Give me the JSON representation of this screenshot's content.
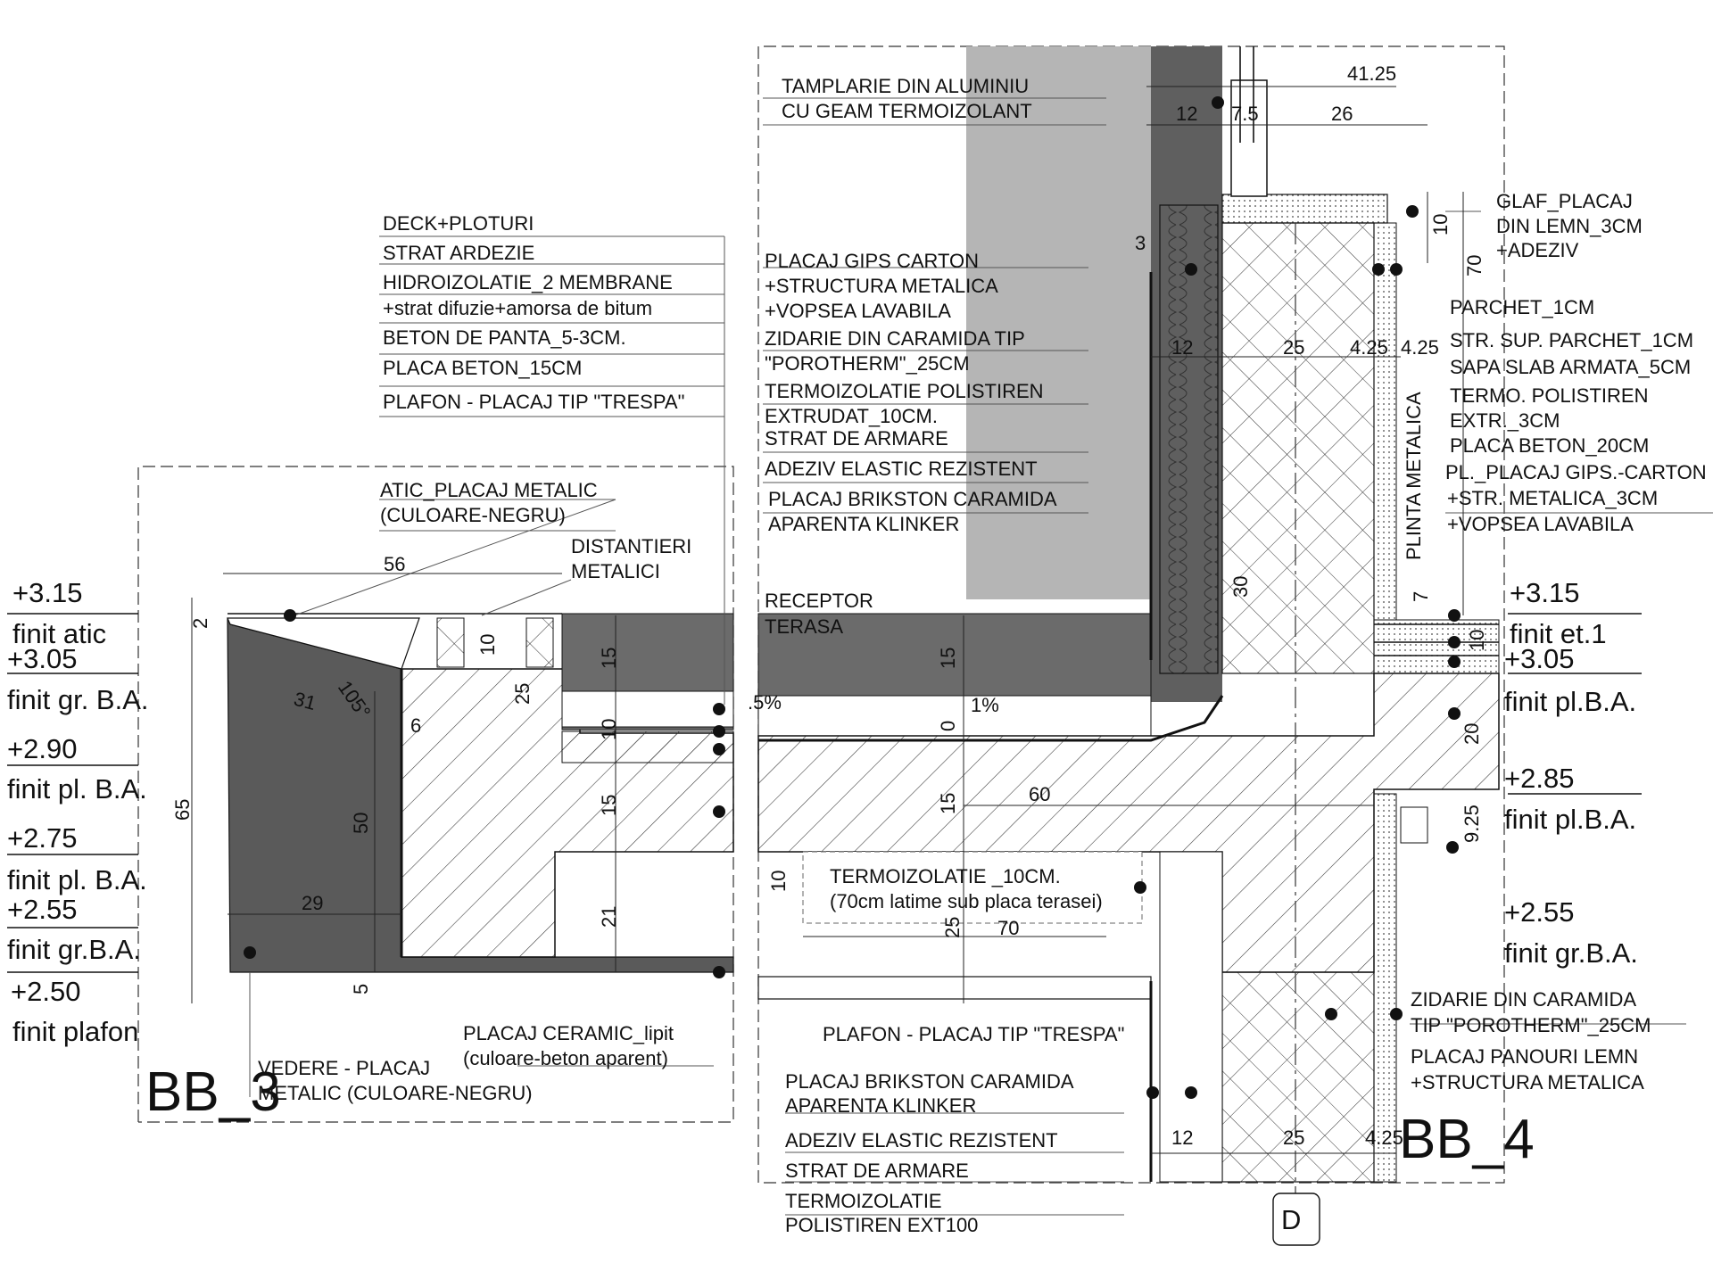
{
  "left_top_labels": [
    "DECK+PLOTURI",
    "STRAT ARDEZIE",
    "HIDROIZOLATIE_2 MEMBRANE",
    "+strat difuzie+amorsa de bitum",
    "BETON DE PANTA_5-3CM.",
    "PLACA BETON_15CM",
    "PLAFON - PLACAJ TIP \"TRESPA\""
  ],
  "window_labels": [
    "TAMPLARIE DIN ALUMINIU",
    "CU GEAM TERMOIZOLANT"
  ],
  "wall_labels": [
    "PLACAJ GIPS CARTON",
    "+STRUCTURA METALICA",
    "+VOPSEA LAVABILA",
    "ZIDARIE DIN CARAMIDA TIP",
    "\"POROTHERM\"_25CM",
    "TERMOIZOLATIE POLISTIREN",
    "EXTRUDAT_10CM.",
    "STRAT DE ARMARE",
    "ADEZIV ELASTIC REZISTENT",
    "PLACAJ BRIKSTON CARAMIDA",
    "APARENTA KLINKER"
  ],
  "glaf_labels": [
    "GLAF_PLACAJ",
    "DIN LEMN_3CM",
    "+ADEZIV"
  ],
  "floor_labels": [
    "PARCHET_1CM",
    "STR. SUP. PARCHET_1CM",
    "SAPA SLAB ARMATA_5CM",
    "TERMO. POLISTIREN",
    "EXTR._3CM",
    "PLACA BETON_20CM",
    "PL._PLACAJ GIPS.-CARTON",
    "+STR. METALICA_3CM",
    "+VOPSEA LAVABILA"
  ],
  "plinta_label": "PLINTA METALICA",
  "atic_labels": [
    "ATIC_PLACAJ METALIC",
    "(CULOARE-NEGRU)"
  ],
  "distantieri_labels": [
    "DISTANTIERI",
    "METALICI"
  ],
  "receptor_labels": [
    "RECEPTOR",
    "TERASA"
  ],
  "termo_labels": [
    "TERMOIZOLATIE _10CM.",
    "(70cm latime sub placa terasei)"
  ],
  "plafon_label": "PLAFON - PLACAJ TIP \"TRESPA\"",
  "ceramic_labels": [
    "PLACAJ CERAMIC_lipit",
    "(culoare-beton aparent)"
  ],
  "vedere_labels": [
    "VEDERE - PLACAJ",
    "METALIC (CULOARE-NEGRU)"
  ],
  "bottom_labels": [
    "PLACAJ BRIKSTON CARAMIDA",
    "APARENTA KLINKER",
    "ADEZIV ELASTIC REZISTENT",
    "STRAT DE ARMARE",
    "TERMOIZOLATIE",
    "POLISTIREN EXT100"
  ],
  "zidarie_labels": [
    "ZIDARIE DIN CARAMIDA",
    "TIP \"POROTHERM\"_25CM",
    "PLACAJ PANOURI LEMN",
    "+STRUCTURA METALICA"
  ],
  "left_levels": [
    {
      "value": "+3.15",
      "name": "finit atic"
    },
    {
      "value": "+3.05",
      "name": "finit gr. B.A."
    },
    {
      "value": "+2.90",
      "name": "finit pl. B.A."
    },
    {
      "value": "+2.75",
      "name": "finit pl. B.A."
    },
    {
      "value": "+2.55",
      "name": "finit gr.B.A."
    },
    {
      "value": "+2.50",
      "name": "finit plafon"
    }
  ],
  "right_levels": [
    {
      "value": "+3.15",
      "name": "finit et.1"
    },
    {
      "value": "+3.05",
      "name": "finit pl.B.A."
    },
    {
      "value": "+2.85",
      "name": "finit pl.B.A."
    },
    {
      "value": "+2.55",
      "name": "finit gr.B.A."
    }
  ],
  "dims": {
    "d41_25": "41.25",
    "d12_top": "12",
    "d7_5": "7.5",
    "d26": "26",
    "d3": "3",
    "d10_glaf": "10",
    "d70": "70",
    "d12_mid": "12",
    "d25_mid": "25",
    "d4_25a": "4.25",
    "d4_25b": "4.25",
    "d30": "30",
    "d7": "7",
    "d10_floor": "10",
    "d20": "20",
    "d9_25": "9.25",
    "d56": "56",
    "d2": "2",
    "d10_atic": "10",
    "d31": "31",
    "d105": "105°",
    "d6": "6",
    "d25_atic": "25",
    "d15_a": "15",
    "d10_a": "10",
    "d15_b": "15",
    "d21": "21",
    "d50": "50",
    "d65": "65",
    "d29": "29",
    "d5": "5",
    "d15_c": "15",
    "d0": "0",
    "d15_d": "15",
    "d60": "60",
    "d10_b": "10",
    "d25_c": "25",
    "d70_b": "70",
    "d12_bot": "12",
    "d25_bot": "25",
    "d4_25c": "4.25",
    "slope_a": ".5%",
    "slope_b": "1%"
  },
  "tags": {
    "bb3": "BB_3",
    "bb4": "BB_4",
    "axis": "D"
  }
}
